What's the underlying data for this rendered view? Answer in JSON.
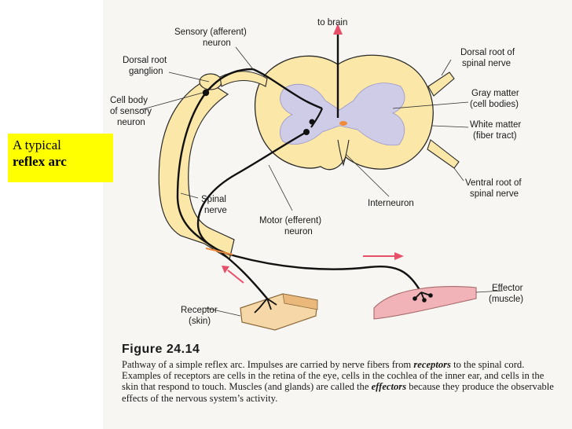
{
  "slide_tag": {
    "line1": "A typical",
    "line2": "reflex arc"
  },
  "labels": {
    "sensory_neuron_1": "Sensory (afferent)",
    "sensory_neuron_2": "neuron",
    "to_brain": "to brain",
    "dorsal_root_ganglion_1": "Dorsal root",
    "dorsal_root_ganglion_2": "ganglion",
    "dorsal_root_1": "Dorsal root of",
    "dorsal_root_2": "spinal nerve",
    "cell_body_1": "Cell body",
    "cell_body_2": "of sensory",
    "cell_body_3": "neuron",
    "gray_matter_1": "Gray matter",
    "gray_matter_2": "(cell bodies)",
    "white_matter_1": "White matter",
    "white_matter_2": "(fiber tract)",
    "ventral_root_1": "Ventral root of",
    "ventral_root_2": "spinal nerve",
    "spinal_nerve_1": "Spinal",
    "spinal_nerve_2": "nerve",
    "interneuron": "Interneuron",
    "motor_neuron_1": "Motor (efferent)",
    "motor_neuron_2": "neuron",
    "effector_1": "Effector",
    "effector_2": "(muscle)",
    "receptor_1": "Receptor",
    "receptor_2": "(skin)"
  },
  "caption": {
    "title": "Figure 24.14",
    "text_1": "Pathway of a simple reflex arc. Impulses are carried by nerve fibers from",
    "receptors_word": "receptors",
    "text_2": "to the spinal cord. Examples of receptors are cells in the retina of the eye, cells in the cochlea of the inner ear, and cells in the skin that respond to touch. Muscles (and glands) are called the",
    "effectors_word": "effectors",
    "text_3": "because they produce the observable effects of the nervous system’s activity."
  },
  "colors": {
    "white_matter": "#fbe7a8",
    "gray_matter": "#cfcce8",
    "arrow": "#e8506a",
    "tag_background": "#ffff00"
  }
}
